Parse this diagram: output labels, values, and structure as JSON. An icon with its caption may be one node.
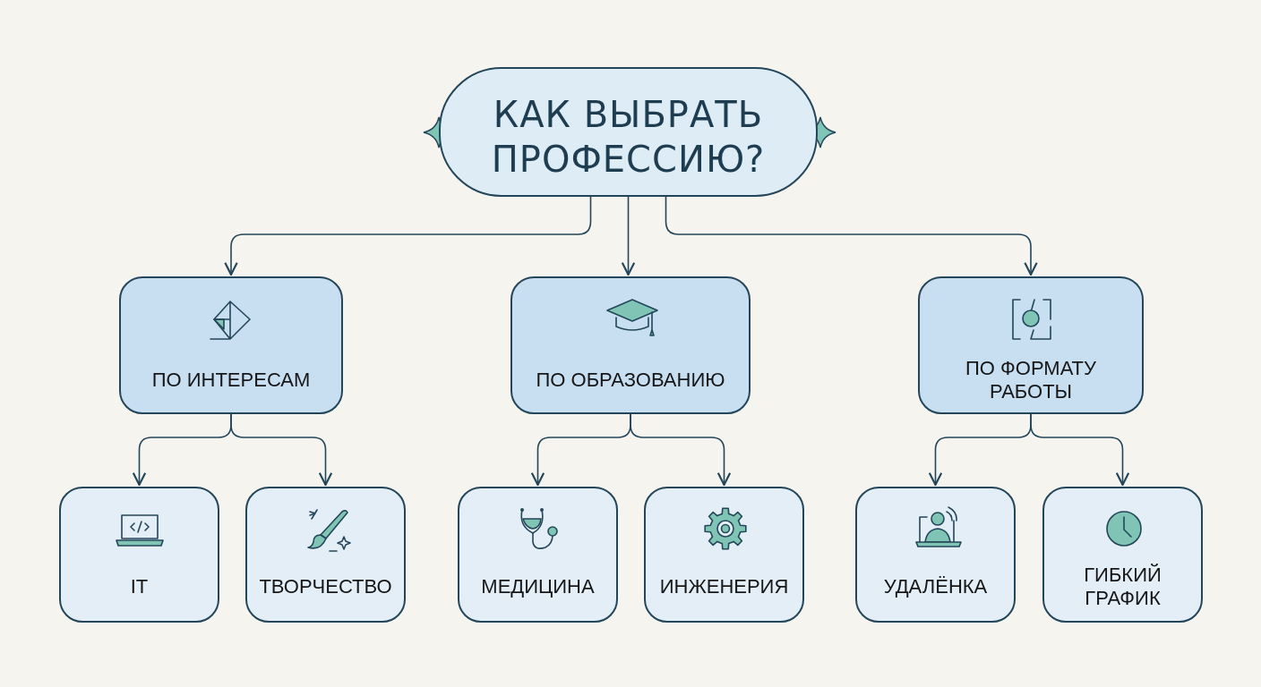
{
  "diagram": {
    "nodes": [
      {
        "text": [
          "КАК ВЫБРАТЬ ПРОФЕССИЮ?"
        ]
      },
      {
        "text": [
          "ПО ИНТЕРЕСАМ"
        ]
      },
      {
        "text": [
          "ПО ОБРАЗОВАНИЮ"
        ]
      },
      {
        "text": [
          "ПО ФОРМАТУ РАБОТЫ"
        ]
      },
      {
        "text": [
          "IT"
        ]
      },
      {
        "text": [
          "ТВОРЧЕСТВО"
        ]
      },
      {
        "text": [
          "МЕДИЦИНА"
        ]
      },
      {
        "text": [
          "ИНЖЕНЕРИЯ"
        ]
      },
      {
        "text": [
          "УДАЛЁНКА"
        ]
      },
      {
        "text": [
          "ГИБКИЙ ГРАФИК"
        ]
      }
    ],
    "edges": [
      {
        "from": 0,
        "to": 1,
        "arrow": "to"
      },
      {
        "from": 0,
        "to": 2,
        "arrow": "to"
      },
      {
        "from": 0,
        "to": 3,
        "arrow": "to"
      },
      {
        "from": 1,
        "to": 4,
        "arrow": "to"
      },
      {
        "from": 1,
        "to": 5,
        "arrow": "to"
      },
      {
        "from": 2,
        "to": 6,
        "arrow": "to"
      },
      {
        "from": 2,
        "to": 7,
        "arrow": "to"
      },
      {
        "from": 3,
        "to": 8,
        "arrow": "to"
      },
      {
        "from": 3,
        "to": 9,
        "arrow": "to"
      }
    ]
  }
}
